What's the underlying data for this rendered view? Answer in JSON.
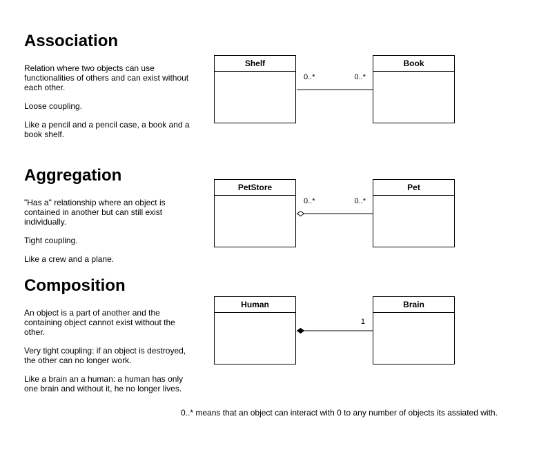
{
  "association": {
    "title": "Association",
    "lines": [
      "Relation where two objects can use functionalities of others and can exist without each other.",
      "Loose coupling.",
      "Like a pencil and a pencil case, a book and a book shelf."
    ],
    "left_class": "Shelf",
    "right_class": "Book",
    "left_multiplicity": "0..*",
    "right_multiplicity": "0..*"
  },
  "aggregation": {
    "title": "Aggregation",
    "lines": [
      "\"Has a\" relationship where an object is contained in another but can still exist individually.",
      "Tight coupling.",
      "Like a crew and a plane."
    ],
    "left_class": "PetStore",
    "right_class": "Pet",
    "left_multiplicity": "0..*",
    "right_multiplicity": "0..*"
  },
  "composition": {
    "title": "Composition",
    "lines": [
      "An object is a part of another and the containing object cannot exist without the other.",
      "Very tight coupling: if an object is destroyed, the other can no longer work.",
      "Like a brain an a human: a human has only one brain and without it, he no longer lives."
    ],
    "left_class": "Human",
    "right_class": "Brain",
    "right_multiplicity": "1"
  },
  "footnote": "0..* means that an object can interact with 0 to any number of objects its assiated with.",
  "colors": {
    "stroke": "#000000",
    "background": "#ffffff"
  }
}
